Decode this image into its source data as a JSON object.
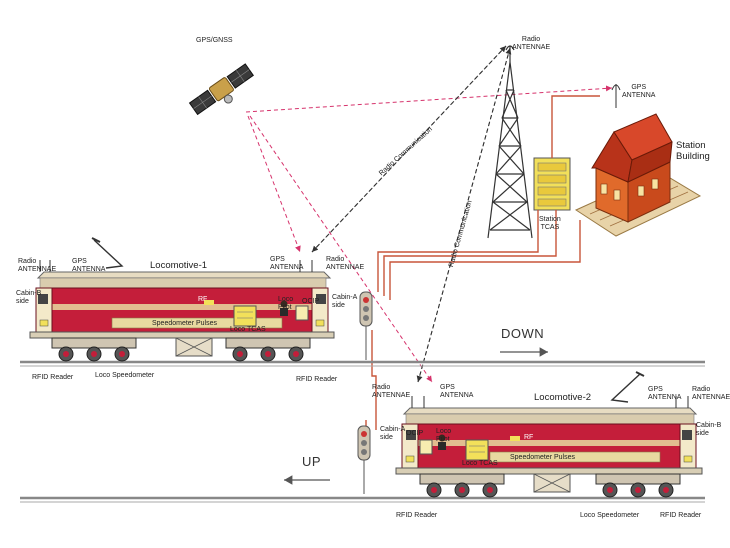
{
  "labels": {
    "gps_gnss": "GPS/GNSS",
    "radio_antennae_top": "Radio\nANTENNAE",
    "gps_antenna_station": "GPS\nANTENNA",
    "station_building": "Station\nBuilding",
    "station_tcas": "Station\nTCAS",
    "radio_communication_1": "Radio Communication",
    "radio_communication_2": "Radio Communication",
    "down": "DOWN",
    "up": "UP"
  },
  "locomotive_1": {
    "title": "Locomotive-1",
    "radio_antennae_left": "Radio\nANTENNAE",
    "gps_antenna_left": "GPS\nANTENNA",
    "gps_antenna_right": "GPS\nANTENNA",
    "radio_antennae_right": "Radio\nANTENNAE",
    "cabin_b": "Cabin-B\nside",
    "cabin_a": "Cabin-A\nside",
    "rfid_reader_left": "RFID Reader",
    "loco_speedometer": "Loco Speedometer",
    "rfid_reader_right": "RFID Reader",
    "speedometer_pulses": "Speedometer Pulses",
    "loco_tcas": "Loco TCAS",
    "loco_pilot": "Loco\nPilot",
    "ocip": "OCIP",
    "rf": "RF"
  },
  "locomotive_2": {
    "title": "Locomotive-2",
    "radio_antennae_left": "Radio\nANTENNAE",
    "gps_antenna_left": "GPS\nANTENNA",
    "gps_antenna_right": "GPS\nANTENNA",
    "radio_antennae_right": "Radio\nANTENNAE",
    "cabin_a": "Cabin-A\nside",
    "cabin_b": "Cabin-B\nside",
    "rfid_reader_left": "RFID Reader",
    "loco_speedometer": "Loco Speedometer",
    "rfid_reader_right": "RFID Reader",
    "speedometer_pulses": "Speedometer Pulses",
    "loco_tcas": "Loco TCAS",
    "loco_pilot": "Loco\nPilot",
    "ocip": "OCIP",
    "rf": "RF"
  },
  "colors": {
    "loco_body": "#c41e3a",
    "loco_stripe": "#e8d9a0",
    "link_gps": "#d6336c",
    "link_radio": "#333333",
    "cable": "#c8553a",
    "building": "#d9531e",
    "tcas_box": "#f2e05a"
  }
}
